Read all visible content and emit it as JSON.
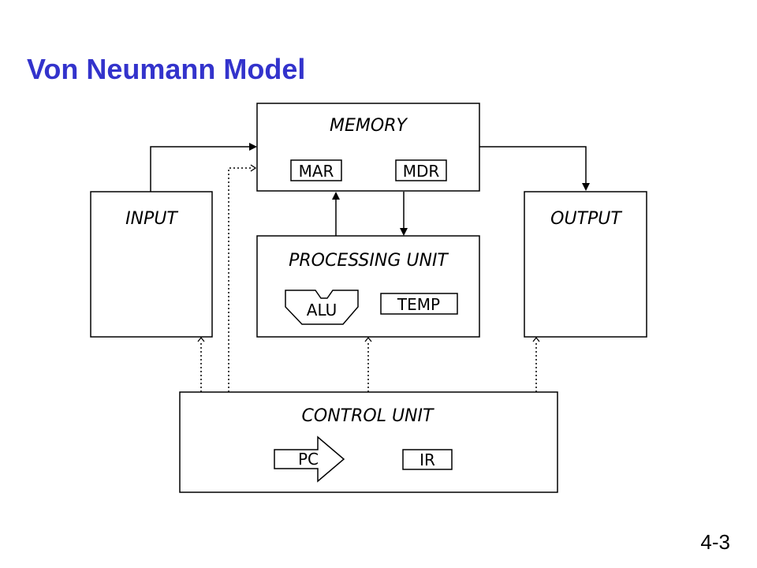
{
  "slide": {
    "title": "Von Neumann Model",
    "page_number": "4-3"
  },
  "diagram": {
    "units": {
      "memory": "MEMORY",
      "input": "INPUT",
      "output": "OUTPUT",
      "processing": "PROCESSING UNIT",
      "control": "CONTROL UNIT"
    },
    "registers": {
      "mar": "MAR",
      "mdr": "MDR",
      "alu": "ALU",
      "temp": "TEMP",
      "pc": "PC",
      "ir": "IR"
    }
  },
  "colors": {
    "title": "#3333cc",
    "lines": "#000000",
    "background": "#ffffff"
  }
}
